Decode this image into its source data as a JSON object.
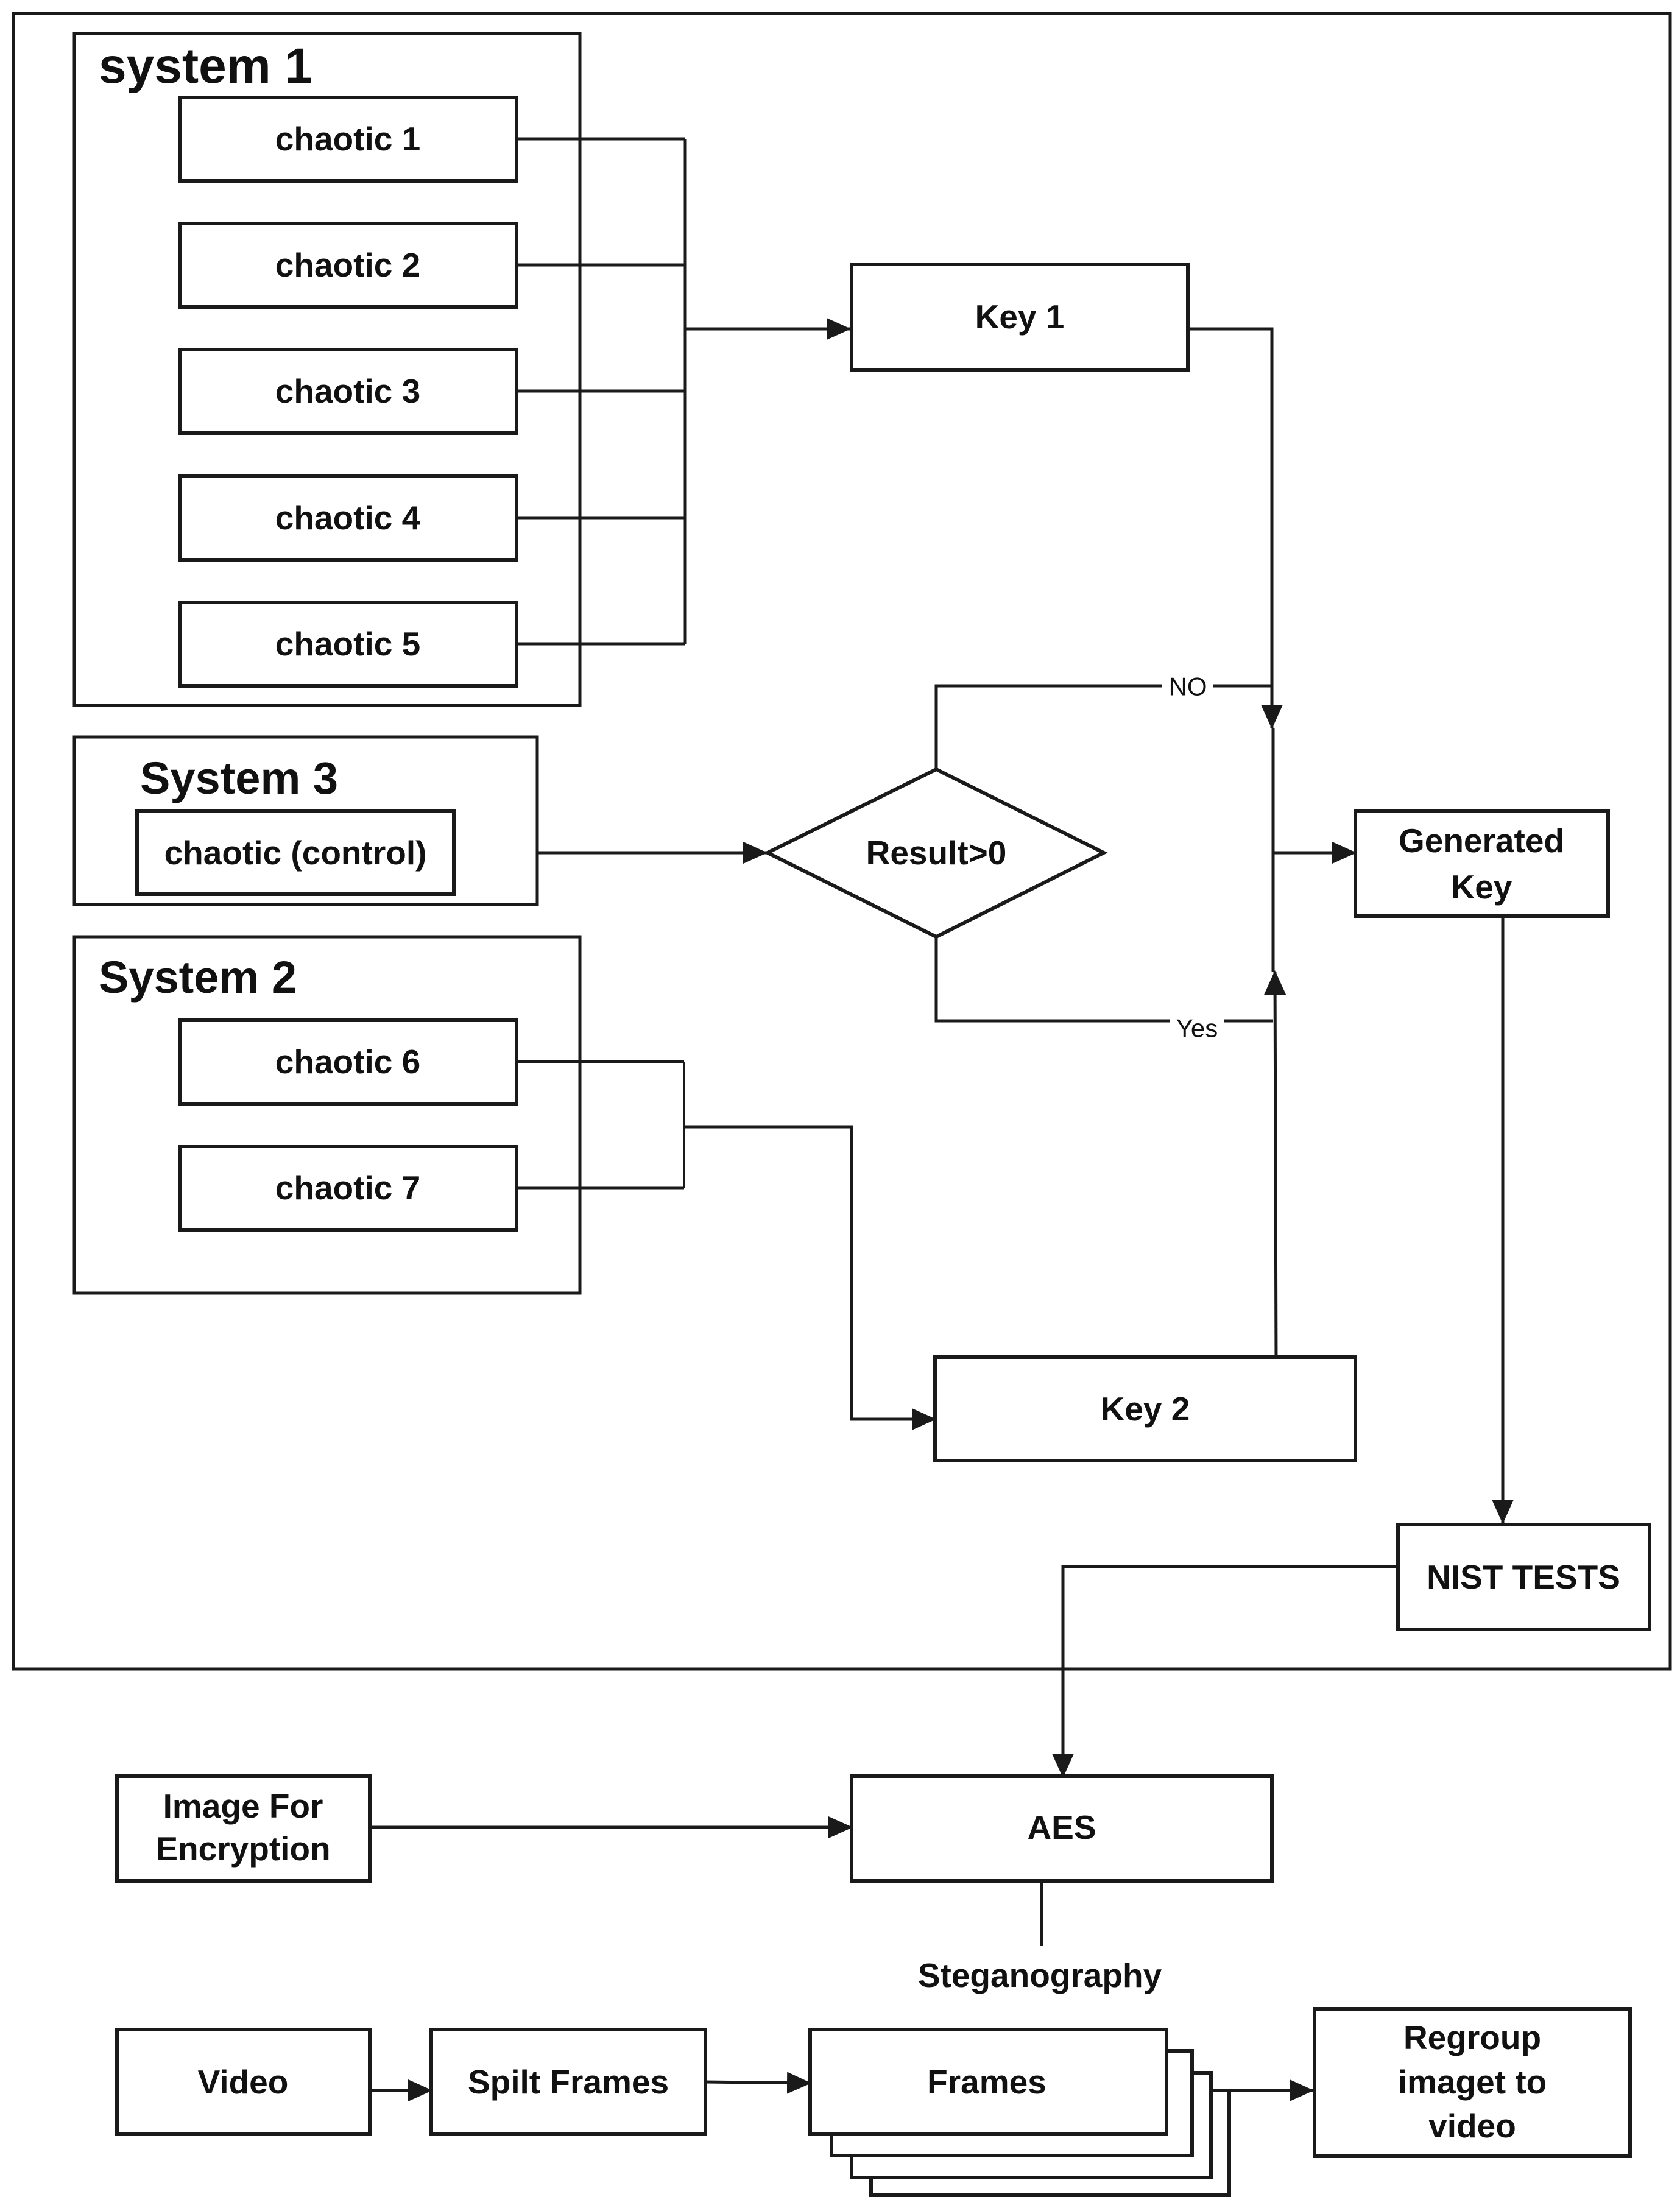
{
  "groups": {
    "system1": "system 1",
    "system3": "System 3",
    "system2": "System 2"
  },
  "nodes": {
    "chaotic1": "chaotic 1",
    "chaotic2": "chaotic 2",
    "chaotic3": "chaotic 3",
    "chaotic4": "chaotic 4",
    "chaotic5": "chaotic 5",
    "chaotic_control": "chaotic (control)",
    "chaotic6": "chaotic 6",
    "chaotic7": "chaotic 7",
    "key1": "Key 1",
    "key2": "Key 2",
    "decision": "Result>0",
    "generated_key_line1": "Generated",
    "generated_key_line2": "Key",
    "nist": "NIST TESTS",
    "image_line1": "Image For",
    "image_line2": "Encryption",
    "aes": "AES",
    "video": "Video",
    "split": "Spilt Frames",
    "frames": "Frames",
    "regroup_line1": "Regroup",
    "regroup_line2": "imaget to",
    "regroup_line3": "video"
  },
  "edge_labels": {
    "no": "NO",
    "yes": "Yes",
    "steganography": "Steganography"
  }
}
